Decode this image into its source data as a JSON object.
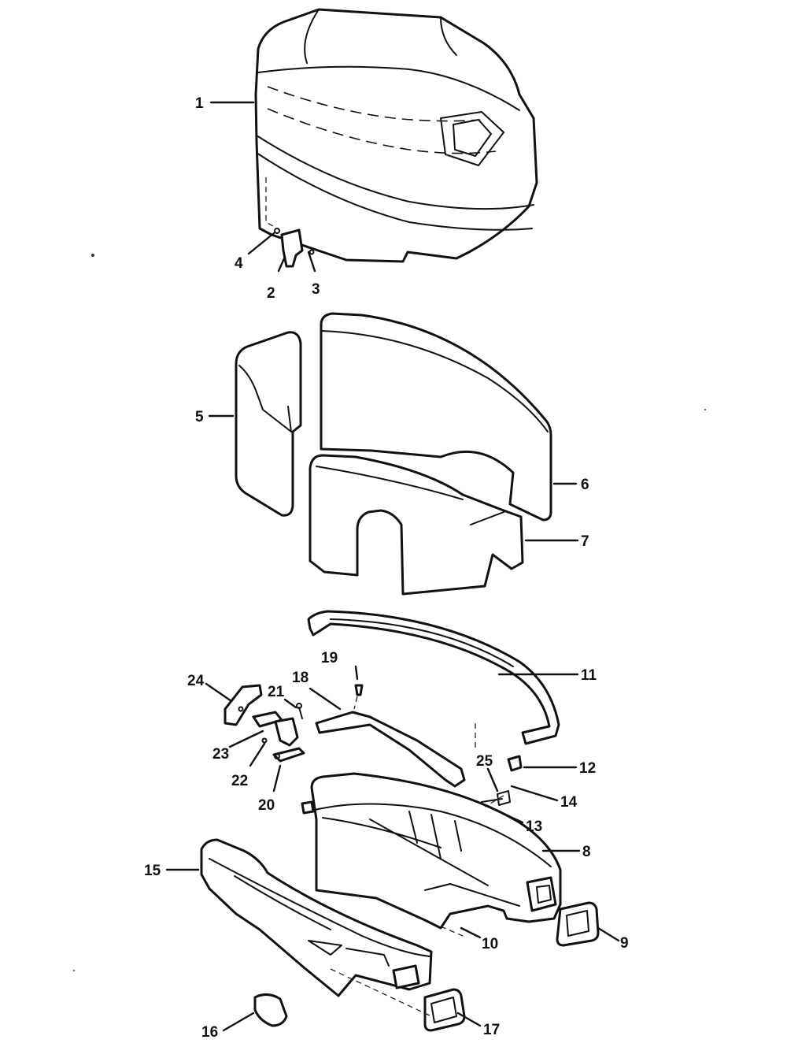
{
  "callouts": {
    "c1": "1",
    "c2": "2",
    "c3": "3",
    "c4": "4",
    "c5": "5",
    "c6": "6",
    "c7": "7",
    "c8": "8",
    "c9": "9",
    "c10": "10",
    "c11": "11",
    "c12": "12",
    "c13": "13",
    "c14": "14",
    "c15": "15",
    "c16": "16",
    "c17": "17",
    "c18": "18",
    "c19": "19",
    "c20": "20",
    "c21": "21",
    "c22": "22",
    "c23": "23",
    "c24": "24",
    "c25": "25"
  },
  "colors": {
    "ink": "#111111",
    "paper": "#ffffff"
  }
}
